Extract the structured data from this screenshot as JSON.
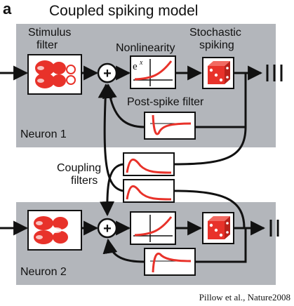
{
  "figure": {
    "panel_letter": "a",
    "title": "Coupled spiking model",
    "credit": "Pillow et al., Nature2008"
  },
  "labels": {
    "stimulus_filter": [
      "Stimulus",
      "filter"
    ],
    "nonlinearity": "Nonlinearity",
    "stochastic_spiking": [
      "Stochastic",
      "spiking"
    ],
    "post_spike_filter": "Post-spike filter",
    "neuron1": "Neuron 1",
    "neuron2": "Neuron 2",
    "coupling_filters": [
      "Coupling",
      "filters"
    ],
    "sum_symbol": "+",
    "exp_base": "e",
    "exp_power": "x"
  },
  "colors": {
    "panel_bg": "#b3b6bb",
    "accent_red": "#e8322a",
    "stroke": "#111111",
    "box_bg": "#ffffff"
  },
  "icons": {
    "stimulus_filter": "receptive-field-icon",
    "nonlinearity": "exponential-curve-icon",
    "spiking": "dice-icon",
    "post_spike": "post-spike-curve-icon",
    "coupling": "coupling-curve-icon",
    "spike_train": "spike-train-icon"
  }
}
